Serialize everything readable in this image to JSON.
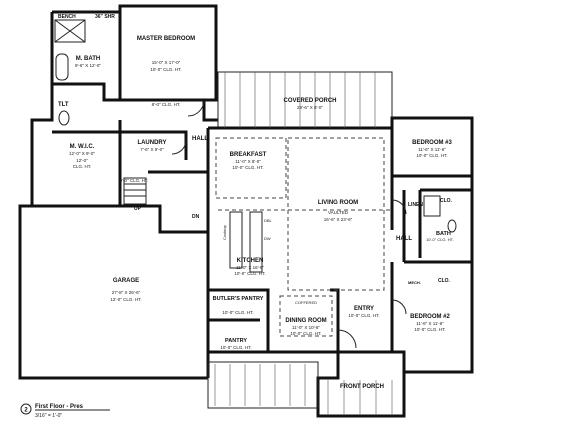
{
  "rooms": {
    "bench": "BENCH",
    "shower": "36\" SHR",
    "master_bath": {
      "name": "M. BATH",
      "dim": "9'-6\" X 12'-0\""
    },
    "toilet": "TLT",
    "master_bedroom": {
      "name": "MASTER BEDROOM",
      "dim": "15'-0\" X 17'-0\"",
      "clg": "10'-0\" CLG. HT."
    },
    "master_bedroom_clg2": "8'-0\" CLG. HT.",
    "wic": {
      "name": "M. W.I.C.",
      "dim": "12'-0\" X 9'-0\"",
      "dim2": "12'-0\"",
      "clg": "CLG. HT."
    },
    "clg_9": "9'-0\" CLG. HT.",
    "laundry": {
      "name": "LAUNDRY",
      "dim": "7'-6\" X 9'-0\""
    },
    "hall_left": "HALL",
    "covered_porch": {
      "name": "COVERED PORCH",
      "dim": "28'-6\" X 8'-0\""
    },
    "breakfast": {
      "name": "BREAKFAST",
      "dim": "11'-0\" X 8'-0\"",
      "clg": "10'-0\" CLG. HT."
    },
    "living": {
      "name": "LIVING ROOM",
      "vaulted": "VAULTED",
      "dim": "16'-6\" X 23'-6\""
    },
    "kitchen": {
      "name": "KITCHEN",
      "dim": "11'-0\" X 16'-6\"",
      "clg": "10'-0\" CLG. HT."
    },
    "cooktop": "Cooktop",
    "dbl": "DBL",
    "dw": "DW",
    "garage": {
      "name": "GARAGE",
      "dim": "27'-8\" X 26'-6\"",
      "clg": "12'-0\" CLG. HT."
    },
    "butlers": {
      "name": "BUTLER'S PANTRY",
      "clg": "10'-0\" CLG. HT."
    },
    "pantry": {
      "name": "PANTRY",
      "clg": "10'-0\" CLG. HT."
    },
    "dining": {
      "name": "DINING ROOM",
      "dim": "11'-0\" X 10'-6\"",
      "clg": "10'-0\" CLG. HT."
    },
    "coffered": "COFFERED",
    "entry": {
      "name": "ENTRY",
      "clg": "10'-0\" CLG. HT."
    },
    "front_porch": "FRONT PORCH",
    "bedroom3": {
      "name": "BEDROOM #3",
      "dim": "11'-6\" X 11'-6\"",
      "clg": "10'-0\" CLG. HT."
    },
    "linen": "LINEN",
    "clo1": "CLO.",
    "clo2": "CLO.",
    "bath": {
      "name": "BATH",
      "clg": "10'-0\" CLG. HT."
    },
    "hall_right": "HALL",
    "bedroom2": {
      "name": "BEDROOM #2",
      "dim": "11'-6\" X 11'-6\"",
      "clg": "10'-0\" CLG. HT."
    },
    "mech": "MECH.",
    "dn": "DN",
    "up": "UP"
  },
  "title_block": {
    "number": "2",
    "title": "First Floor - Pres",
    "scale": "3/16\" = 1'-0\""
  }
}
